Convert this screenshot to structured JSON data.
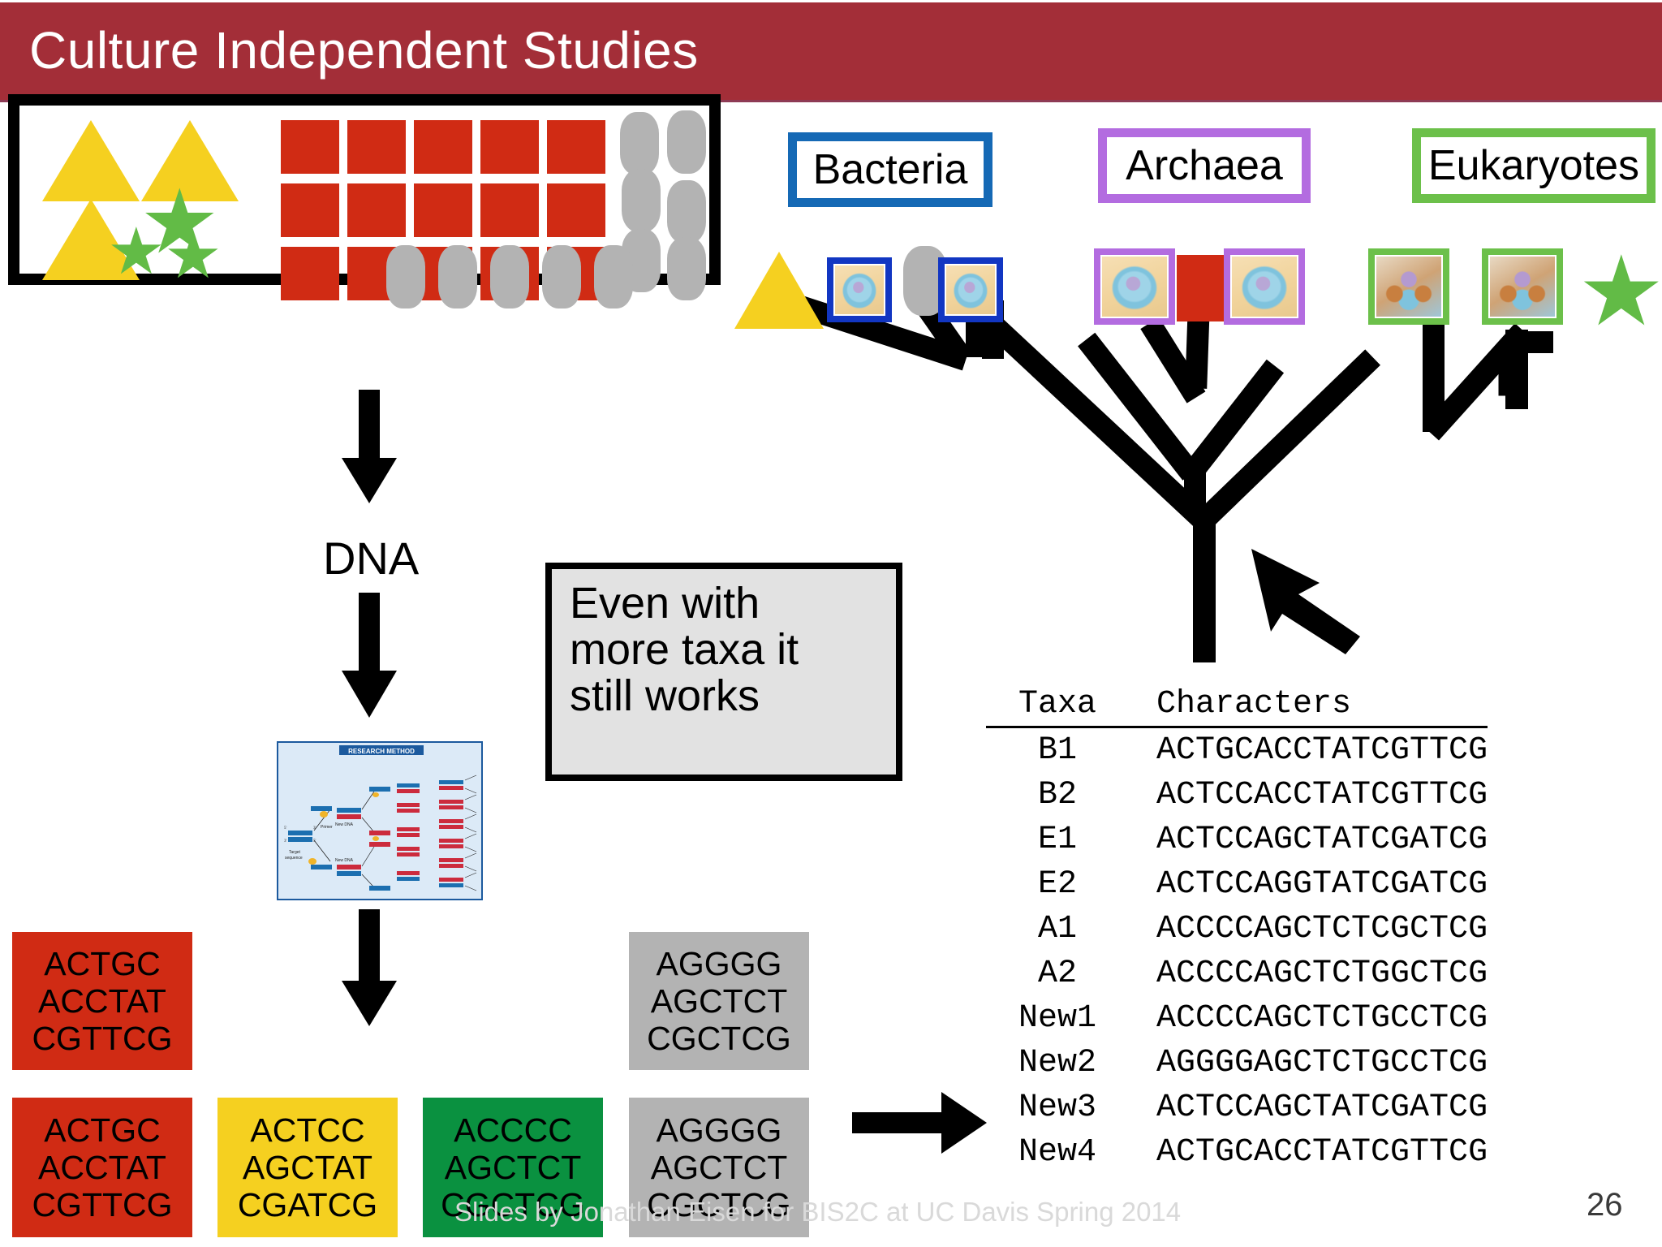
{
  "slide": {
    "title": "Culture Independent Studies",
    "title_bar_color": "#a32e38",
    "page_number": "26",
    "footer": "Slides by Jonathan Eisen for BIS2C at UC Davis Spring 2014"
  },
  "env_sample": {
    "caption": "environmental sample box",
    "shape_colors": {
      "triangle": "#f5d020",
      "square": "#d02b14",
      "rod": "#b3b3b3",
      "star": "#62bb46"
    }
  },
  "flow": {
    "dna_label": "DNA",
    "pcr_figure_title": "RESEARCH METHOD",
    "pcr_labels": [
      "5'",
      "3'",
      "3'",
      "5'",
      "Target sequence",
      "Primer",
      "New DNA",
      "New DNA"
    ]
  },
  "callout": {
    "lines": [
      "Even with",
      "more taxa it",
      "still works"
    ],
    "bg_color": "#e2e2e2"
  },
  "sequence_boxes": {
    "top_row": [
      {
        "name": "red-sequence-box-top",
        "color": "#d02b14",
        "text_color": "#000000",
        "lines": [
          "ACTGC",
          "ACCTAT",
          "CGTTCG"
        ]
      },
      {
        "name": "gray-sequence-box-top",
        "color": "#b3b3b3",
        "text_color": "#000000",
        "lines": [
          "AGGGG",
          "AGCTCT",
          "CGCTCG"
        ]
      }
    ],
    "bottom_row": [
      {
        "name": "red-sequence-box",
        "color": "#d02b14",
        "text_color": "#000000",
        "lines": [
          "ACTGC",
          "ACCTAT",
          "CGTTCG"
        ]
      },
      {
        "name": "yellow-sequence-box",
        "color": "#f5d020",
        "text_color": "#000000",
        "lines": [
          "ACTCC",
          "AGCTAT",
          "CGATCG"
        ]
      },
      {
        "name": "green-sequence-box",
        "color": "#0a9140",
        "text_color": "#000000",
        "lines": [
          "ACCCC",
          "AGCTCT",
          "CGCTCG"
        ]
      },
      {
        "name": "gray-sequence-box",
        "color": "#b3b3b3",
        "text_color": "#000000",
        "lines": [
          "AGGGG",
          "AGCTCT",
          "CGCTCG"
        ]
      }
    ]
  },
  "tree": {
    "groups": [
      {
        "label": "Bacteria",
        "color": "#1569b5"
      },
      {
        "label": "Archaea",
        "color": "#b36ce0"
      },
      {
        "label": "Eukaryotes",
        "color": "#6cc04a"
      }
    ]
  },
  "taxa_table": {
    "headers": [
      "Taxa",
      "Characters"
    ],
    "rows": [
      {
        "taxon": "B1",
        "characters": "ACTGCACCTATCGTTCG"
      },
      {
        "taxon": "B2",
        "characters": "ACTCCACCTATCGTTCG"
      },
      {
        "taxon": "E1",
        "characters": "ACTCCAGCTATCGATCG"
      },
      {
        "taxon": "E2",
        "characters": "ACTCCAGGTATCGATCG"
      },
      {
        "taxon": "A1",
        "characters": "ACCCCAGCTCTCGCTCG"
      },
      {
        "taxon": "A2",
        "characters": "ACCCCAGCTCTGGCTCG"
      },
      {
        "taxon": "New1",
        "characters": "ACCCCAGCTCTGCCTCG"
      },
      {
        "taxon": "New2",
        "characters": "AGGGGAGCTCTGCCTCG"
      },
      {
        "taxon": "New3",
        "characters": "ACTCCAGCTATCGATCG"
      },
      {
        "taxon": "New4",
        "characters": "ACTGCACCTATCGTTCG"
      }
    ]
  }
}
